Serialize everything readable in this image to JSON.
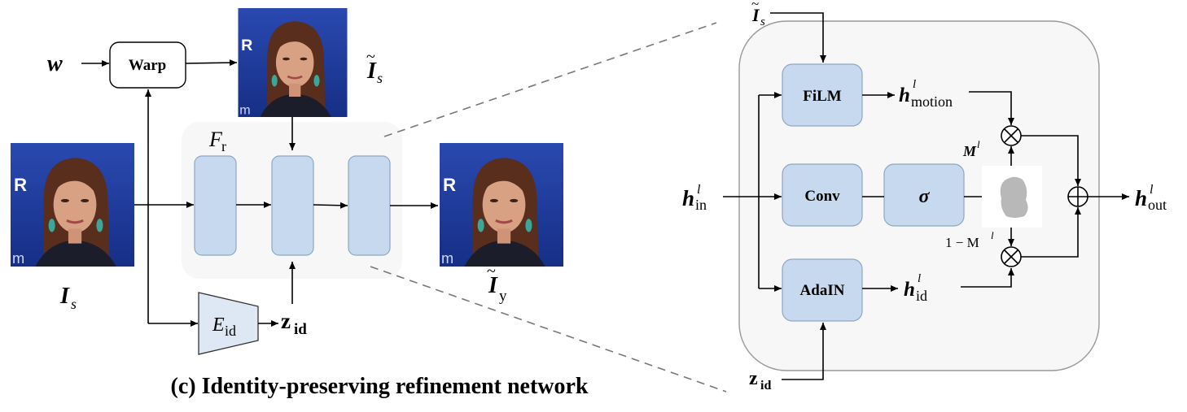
{
  "left": {
    "input_w": "w",
    "warp_label": "Warp",
    "warped_label": "I",
    "warped_sub": "s",
    "source_label": "I",
    "source_sub": "s",
    "fr_label": "F",
    "fr_sub": "r",
    "output_label": "I",
    "output_sub": "y",
    "encoder_label": "E",
    "encoder_sub": "id",
    "zid_label": "z",
    "zid_sub": "id",
    "caption": "(c) Identity-preserving refinement network",
    "photo_text": "R"
  },
  "right": {
    "top_input": "I",
    "top_input_sub": "s",
    "film_label": "FiLM",
    "conv_label": "Conv",
    "sigma_label": "σ",
    "adain_label": "AdaIN",
    "h_motion": "h",
    "h_motion_sup": "l",
    "h_motion_sub": "motion",
    "h_in": "h",
    "h_in_sup": "l",
    "h_in_sub": "in",
    "h_id": "h",
    "h_id_sup": "l",
    "h_id_sub": "id",
    "h_out": "h",
    "h_out_sup": "l",
    "h_out_sub": "out",
    "mask_label": "M",
    "mask_sup": "l",
    "inv_mask_label": "1 − M",
    "inv_mask_sup": "l",
    "zid_label": "z",
    "zid_sub": "id"
  },
  "colors": {
    "block_fill": "#c6d9ee",
    "block_stroke": "#8ea7c2",
    "panel_fill": "#f7f7f7",
    "panel_stroke": "#999999",
    "encoder_fill": "#dde8f4",
    "photo_bg": "#1f3d9a"
  }
}
